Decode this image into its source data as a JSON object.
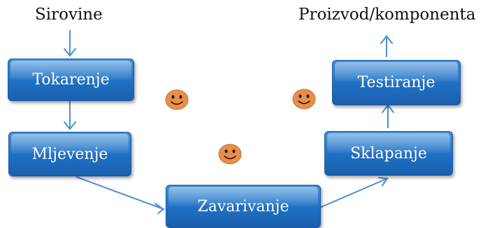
{
  "input_label": "Sirovine",
  "output_label": "Proizvod/komponenta",
  "steps": {
    "turning": "Tokarenje",
    "milling": "Mljevenje",
    "welding": "Zavarivanje",
    "assembly": "Sklapanje",
    "testing": "Testiranje"
  },
  "colors": {
    "box": "#1f6fc2",
    "arrow": "#4a8fd0",
    "smiley": "#e88f4c"
  },
  "icons": [
    "smiley-icon",
    "smiley-icon",
    "smiley-icon"
  ]
}
